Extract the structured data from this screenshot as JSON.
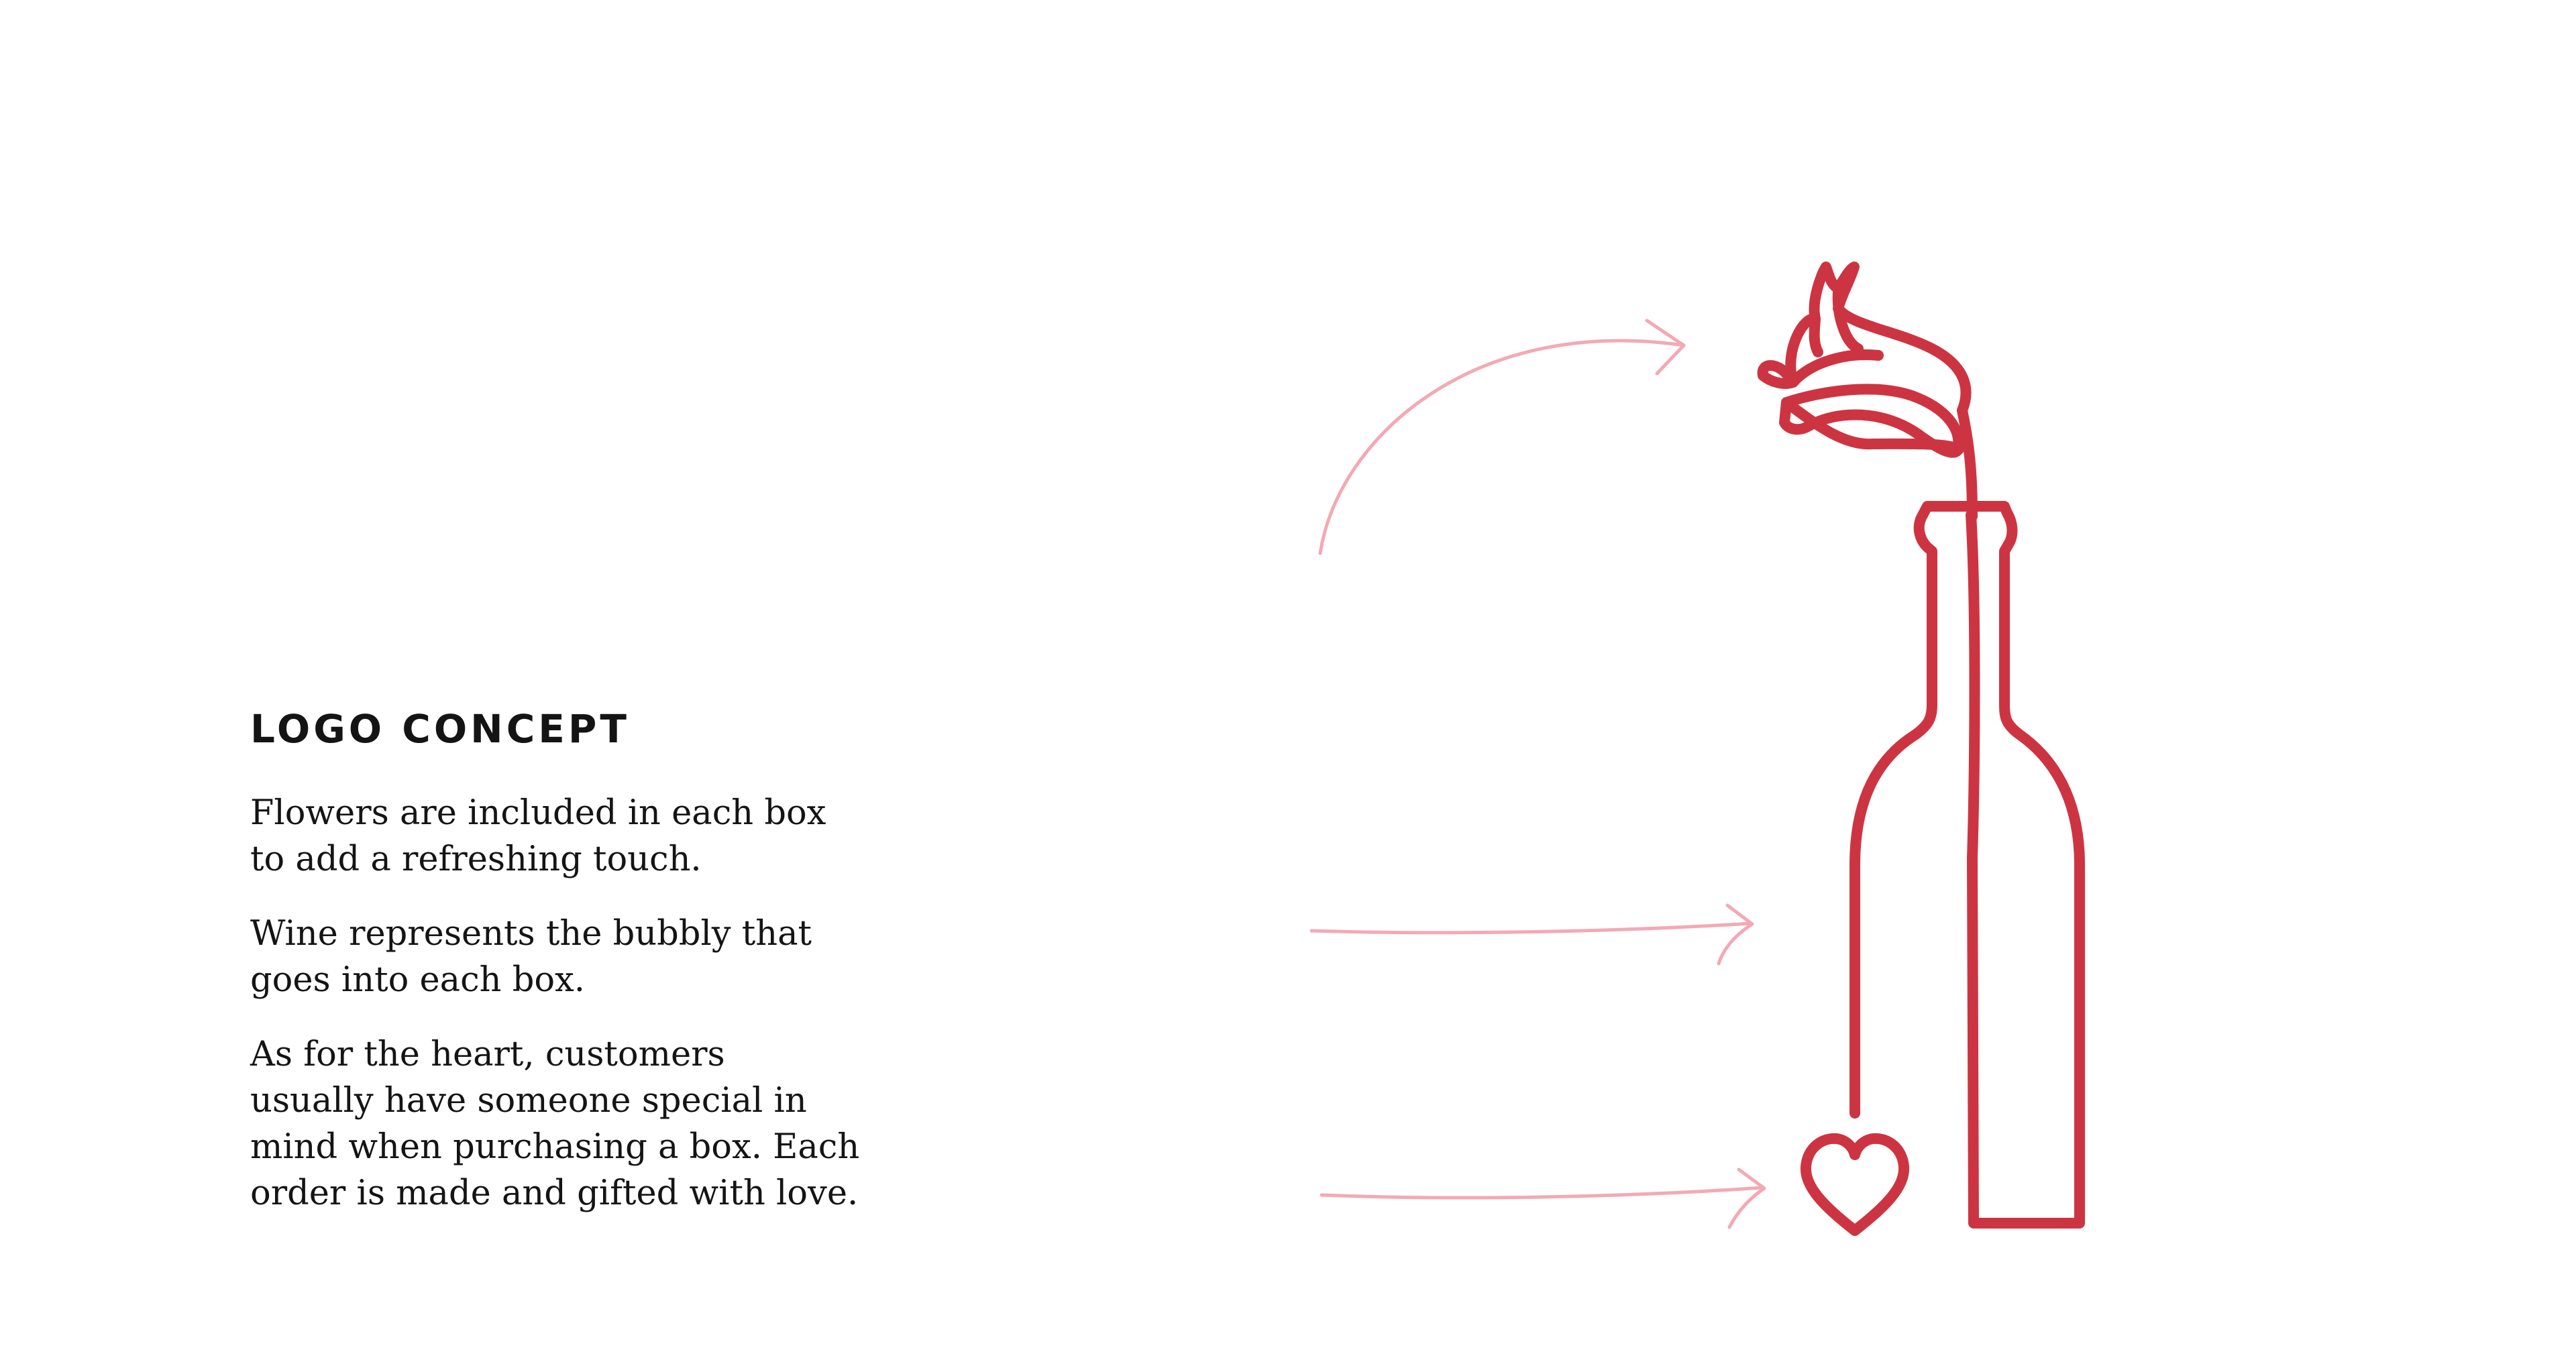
{
  "heading": "LOGO CONCEPT",
  "paragraphs": [
    {
      "lines": [
        "Flowers are included in each box",
        "to add a refreshing touch."
      ]
    },
    {
      "lines": [
        "Wine represents the bubbly that",
        "goes into each box."
      ]
    },
    {
      "lines": [
        "As for the heart, customers",
        "usually have someone special in",
        "mind when purchasing a box. Each",
        "order is made and gifted with love."
      ]
    }
  ],
  "logo": {
    "elements": [
      "flower",
      "wine-bottle",
      "heart"
    ],
    "icon_names": [
      "tulip-flower-icon",
      "wine-bottle-icon",
      "heart-icon"
    ]
  },
  "colors": {
    "logo_red": "#cd3442",
    "arrow_pink": "#f3a9b5",
    "text": "#141414",
    "background": "#ffffff"
  }
}
